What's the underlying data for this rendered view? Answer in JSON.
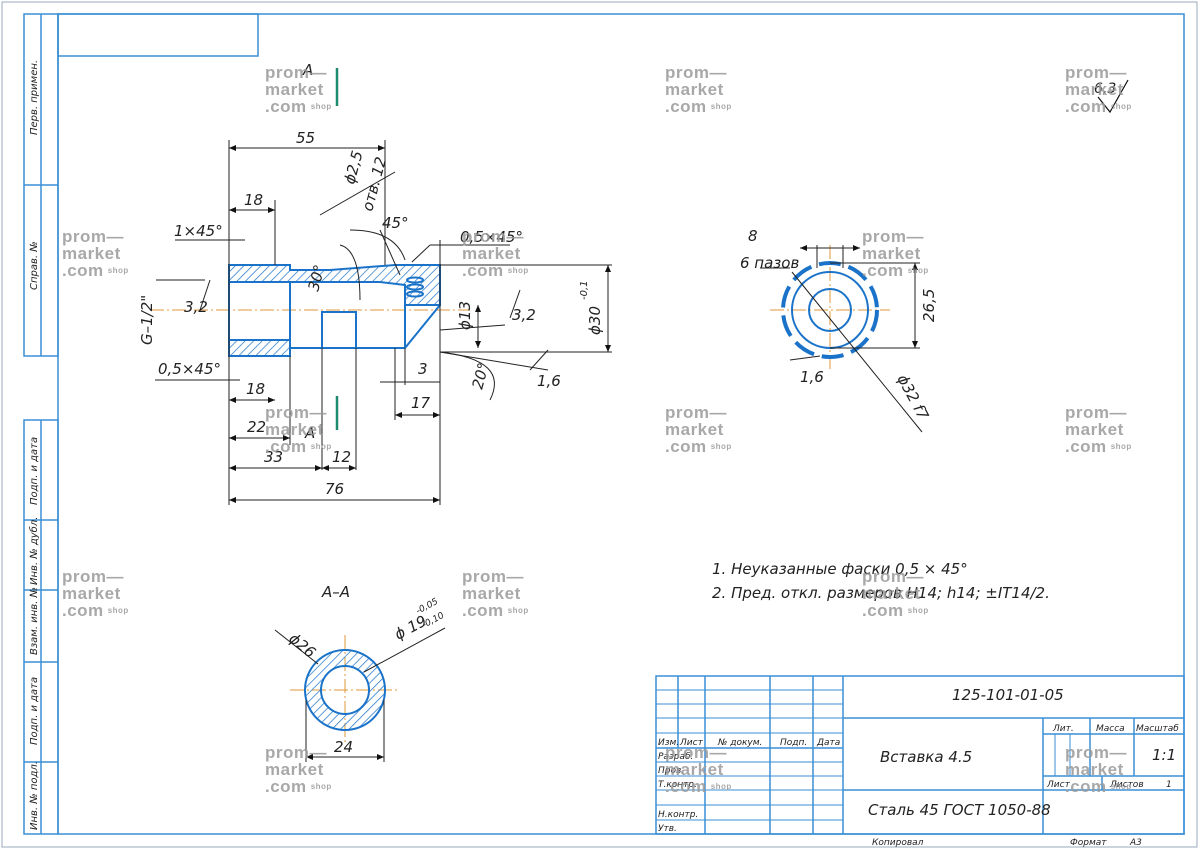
{
  "side_stamp": {
    "perv_primen": "Перв. примен.",
    "sprav_no": "Справ. №",
    "podp_data_1": "Подп. и дата",
    "inv_dubl": "Инв. № дубл.",
    "vzam_inv": "Взам. инв. №",
    "podp_data_2": "Подп. и дата",
    "inv_podl": "Инв. № подл."
  },
  "surface_finish": "6,3",
  "view_labels": {
    "a_top": "А",
    "a_bottom": "А",
    "section": "А–А"
  },
  "dims_main": {
    "d55": "55",
    "d18a": "18",
    "c1x45": "1×45°",
    "d2_5": "ϕ2,5",
    "otv12": "отв. 12",
    "a45": "45°",
    "c05x45a": "0,5×45°",
    "a30": "30°",
    "g12": "G–1/2\"",
    "r32a": "3,2",
    "d13": "ϕ13",
    "r32b": "3,2",
    "d30": "ϕ30",
    "d30_tol": "-0,1",
    "c05x45b": "0,5×45°",
    "d18b": "18",
    "d3": "3",
    "a20": "20°",
    "r16": "1,6",
    "d17": "17",
    "d22": "22",
    "d33": "33",
    "d12": "12",
    "d76": "76"
  },
  "dims_side": {
    "d8": "8",
    "slots": "6 пазов",
    "d26_5": "26,5",
    "r16": "1,6",
    "d32": "ϕ32 f7"
  },
  "dims_section": {
    "d26": "ϕ26",
    "d19": "ϕ 19",
    "tol_up": "-0,05",
    "tol_lo": "-0,10",
    "d24": "24"
  },
  "notes": [
    "1. Неуказанные фаски 0,5 × 45°",
    "2. Пред. откл. размеров H14; h14; ±IT14/2."
  ],
  "title_block": {
    "doc_code": "125-101-01-05",
    "name": "Вставка 4.5",
    "material": "Сталь 45 ГОСТ 1050-88",
    "col_izm": "Изм.",
    "col_list": "Лист",
    "col_docum": "№ докум.",
    "col_podp": "Подп.",
    "col_data": "Дата",
    "row_razrab": "Разраб.",
    "row_prov": "Пров.",
    "row_tkontr": "Т.контр.",
    "row_nkontr": "Н.контр.",
    "row_utv": "Утв.",
    "lit": "Лит.",
    "massa": "Масса",
    "masshtab": "Масштаб",
    "scale": "1:1",
    "list": "Лист",
    "listov": "Листов",
    "listov_val": "1",
    "kopiroval": "Копировал",
    "format": "Формат",
    "format_val": "А3"
  },
  "watermark": {
    "line1": "prom—",
    "line2": "market",
    "line3": ".com",
    "suffix": "shop"
  },
  "colors": {
    "frame": "#3a8fd6",
    "lines": "#111111",
    "dim": "#222222",
    "accent": "#1a73c9",
    "center": "#e09a3a",
    "section_mark": "#1e8a6e"
  }
}
